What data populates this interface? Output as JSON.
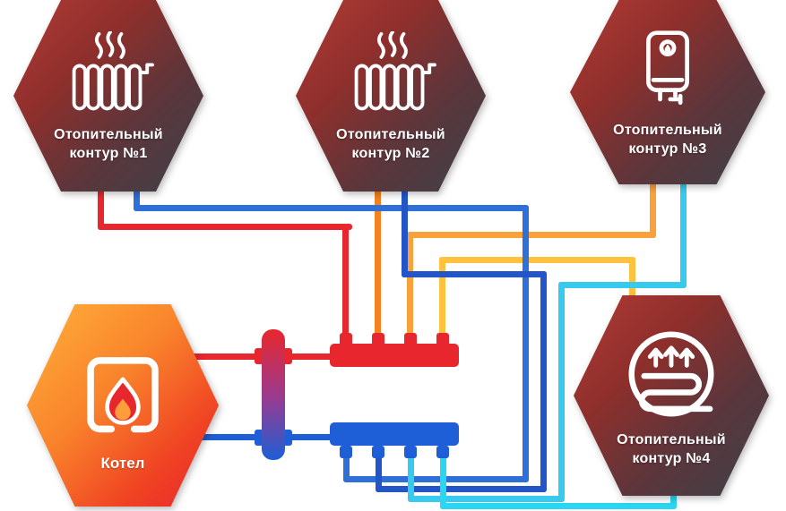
{
  "colors": {
    "supply-main": "#e8262d",
    "supply-1": "#e8262d",
    "supply-2": "#f5821f",
    "supply-3": "#f9a13a",
    "supply-4": "#ffc23f",
    "return-main": "#1e5ed6",
    "return-1": "#2f6fd8",
    "return-2": "#2355c8",
    "return-3": "#38c9ee",
    "return-4": "#2bd6f2",
    "separator-mid": "#9a3b8f",
    "flame-inner": "#ff9d3c"
  },
  "nodes": {
    "circuit1": {
      "label_line1": "Отопительный",
      "label_line2": "контур  №1",
      "icon": "radiator-icon"
    },
    "circuit2": {
      "label_line1": "Отопительный",
      "label_line2": "контур  №2",
      "icon": "radiator-icon"
    },
    "circuit3": {
      "label_line1": "Отопительный",
      "label_line2": "контур  №3",
      "icon": "water-heater-icon"
    },
    "circuit4": {
      "label_line1": "Отопительный",
      "label_line2": "контур  №4",
      "icon": "underfloor-heating-icon"
    },
    "boiler": {
      "label": "Котел",
      "icon": "boiler-icon"
    }
  }
}
